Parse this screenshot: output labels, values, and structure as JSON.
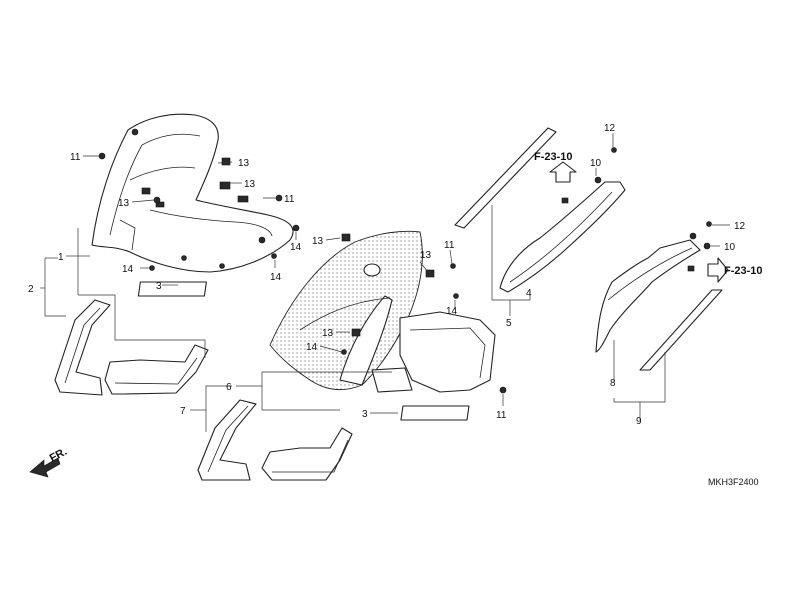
{
  "diagram": {
    "callouts": [
      {
        "id": "c11a",
        "text": "11"
      },
      {
        "id": "c13a",
        "text": "13"
      },
      {
        "id": "c13b",
        "text": "13"
      },
      {
        "id": "c13c",
        "text": "13"
      },
      {
        "id": "c11b",
        "text": "11"
      },
      {
        "id": "c14a",
        "text": "14"
      },
      {
        "id": "c14b",
        "text": "14"
      },
      {
        "id": "c14c",
        "text": "14"
      },
      {
        "id": "c1",
        "text": "1"
      },
      {
        "id": "c2",
        "text": "2"
      },
      {
        "id": "c3a",
        "text": "3"
      },
      {
        "id": "c13d",
        "text": "13"
      },
      {
        "id": "c13e",
        "text": "13"
      },
      {
        "id": "c11c",
        "text": "11"
      },
      {
        "id": "c14d",
        "text": "14"
      },
      {
        "id": "c13f",
        "text": "13"
      },
      {
        "id": "c14e",
        "text": "14"
      },
      {
        "id": "c11d",
        "text": "11"
      },
      {
        "id": "c6",
        "text": "6"
      },
      {
        "id": "c7",
        "text": "7"
      },
      {
        "id": "c3b",
        "text": "3"
      },
      {
        "id": "c12a",
        "text": "12"
      },
      {
        "id": "c10a",
        "text": "10"
      },
      {
        "id": "c4",
        "text": "4"
      },
      {
        "id": "c5",
        "text": "5"
      },
      {
        "id": "c12b",
        "text": "12"
      },
      {
        "id": "c10b",
        "text": "10"
      },
      {
        "id": "c8",
        "text": "8"
      },
      {
        "id": "c9",
        "text": "9"
      }
    ],
    "ref_top": "F-23-10",
    "ref_right": "F-23-10",
    "front_marker": "FR.",
    "diagram_code": "MKH3F2400"
  }
}
